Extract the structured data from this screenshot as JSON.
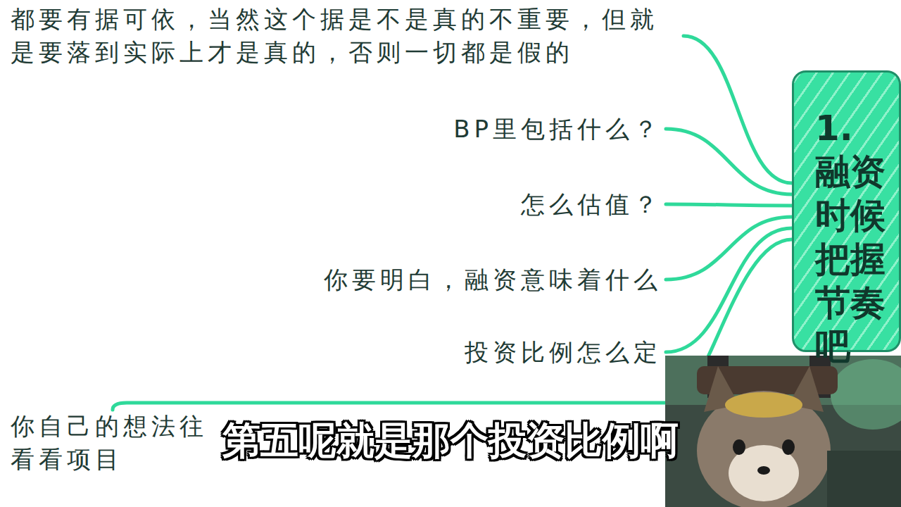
{
  "diagram": {
    "nodes": [
      {
        "text": [
          "1.融资时候把握节奏吧"
        ]
      },
      {
        "text": [
          "都要有据可依，当然这个据是不是真的不重要，但就 是要落到实际上才是真的，否则一切都是假的"
        ]
      },
      {
        "text": [
          "BP里包括什么？"
        ]
      },
      {
        "text": [
          "怎么估值？"
        ]
      },
      {
        "text": [
          "你要明白，融资意味着什么"
        ]
      },
      {
        "text": [
          "投资比例怎么定"
        ]
      },
      {
        "text": [
          "你自己的想法往 看看项目"
        ]
      }
    ],
    "edges": [
      {
        "from": 0,
        "to": 1,
        "arrow": "none"
      },
      {
        "from": 0,
        "to": 2,
        "arrow": "none"
      },
      {
        "from": 0,
        "to": 3,
        "arrow": "none"
      },
      {
        "from": 0,
        "to": 4,
        "arrow": "none"
      },
      {
        "from": 0,
        "to": 5,
        "arrow": "none"
      },
      {
        "from": 0,
        "to": 6,
        "arrow": "none"
      }
    ],
    "labels": [
      "第五呢就是那个投资比例啊"
    ]
  }
}
